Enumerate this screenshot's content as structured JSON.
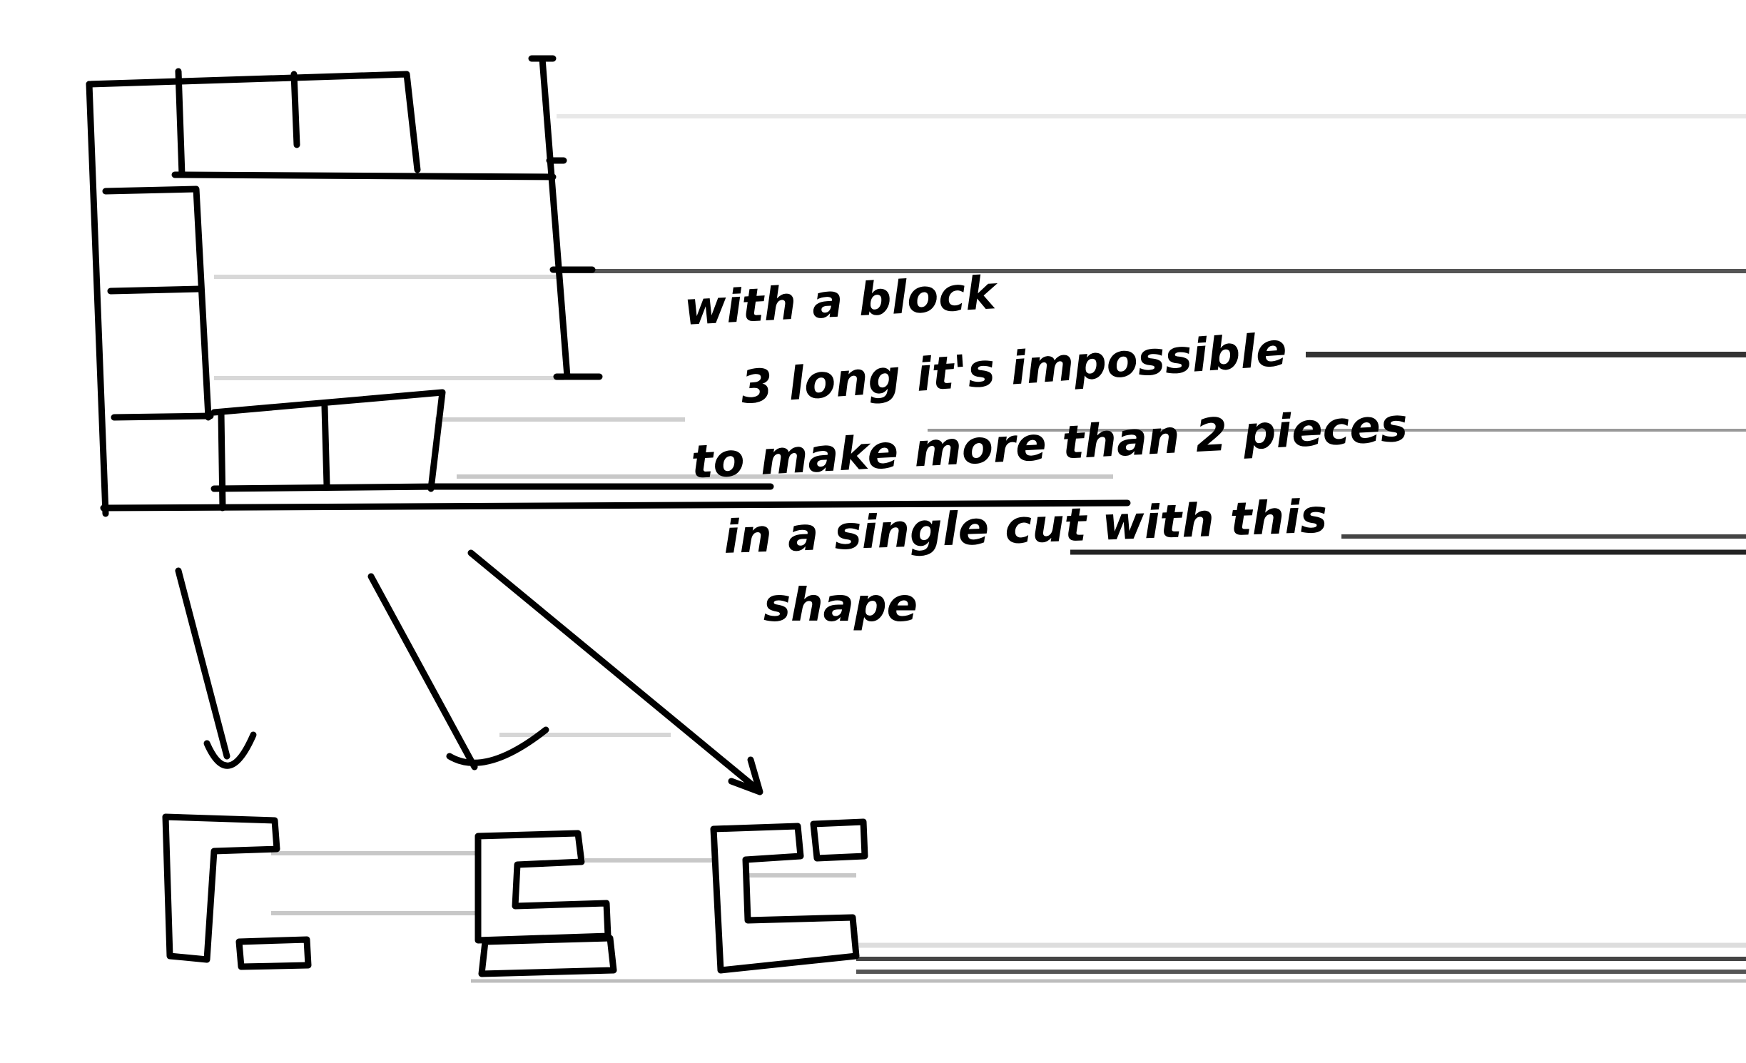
{
  "diagram": {
    "note_lines": [
      "with a block",
      "3 long it's impossible",
      "to make more than 2 pieces",
      "in a single cut with this",
      "shape"
    ],
    "colors": {
      "ink": "#000000",
      "background": "#ffffff",
      "rule_light": "#e8e8e8",
      "rule_mid": "#bdbdbd"
    }
  }
}
